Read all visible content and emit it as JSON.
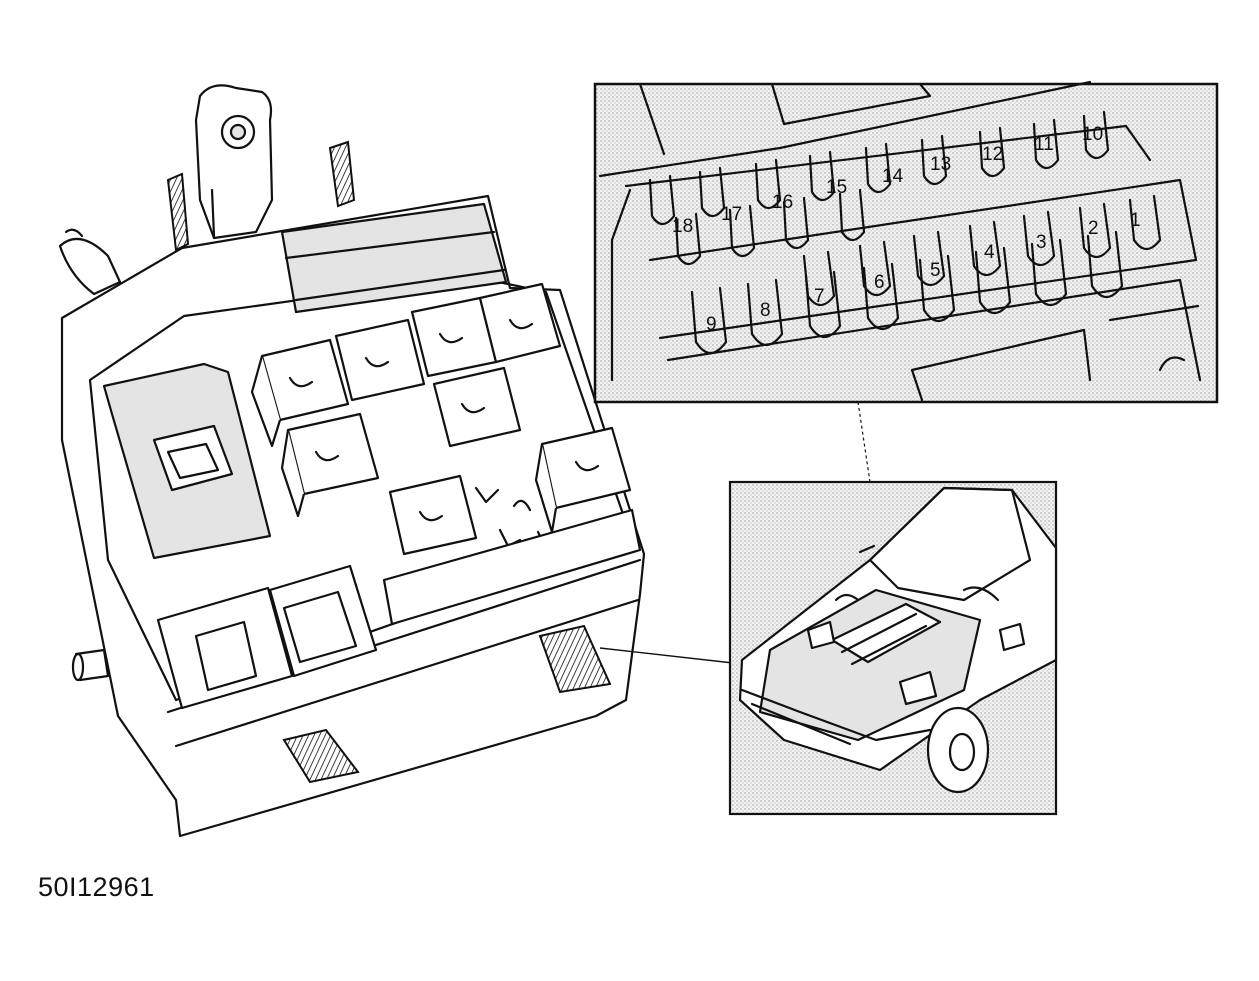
{
  "figure_id": "50I12961",
  "fuse_numbers": {
    "upper_row": [
      "10",
      "11",
      "12",
      "13",
      "14",
      "15",
      "16",
      "17",
      "18"
    ],
    "middle_row": [
      "1",
      "2",
      "3",
      "4",
      "5",
      "6",
      "7",
      "8",
      "9"
    ]
  },
  "colors": {
    "ink": "#111111",
    "paper": "#ffffff",
    "stipple": "#e4e4e4"
  }
}
